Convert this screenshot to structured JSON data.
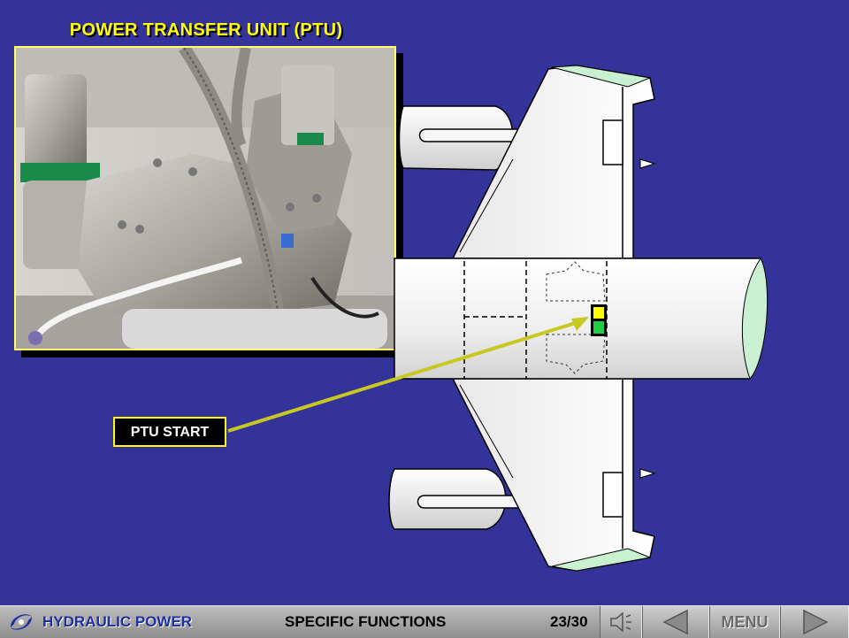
{
  "slide": {
    "title": "POWER TRANSFER UNIT (PTU)",
    "callout_label": "PTU START",
    "indicator_colors": {
      "top": "#ffff00",
      "bottom": "#22cc44"
    }
  },
  "footer": {
    "section_title": "HYDRAULIC POWER",
    "subsection_title": "SPECIFIC FUNCTIONS",
    "page_indicator": "23/30",
    "menu_label": "MENU",
    "icons": {
      "logo": "airline-logo-icon",
      "sound": "speaker-icon",
      "prev": "triangle-left-icon",
      "next": "triangle-right-icon"
    }
  },
  "colors": {
    "background": "#333399",
    "title": "#ffff00",
    "footer": "#a8a8a8"
  }
}
